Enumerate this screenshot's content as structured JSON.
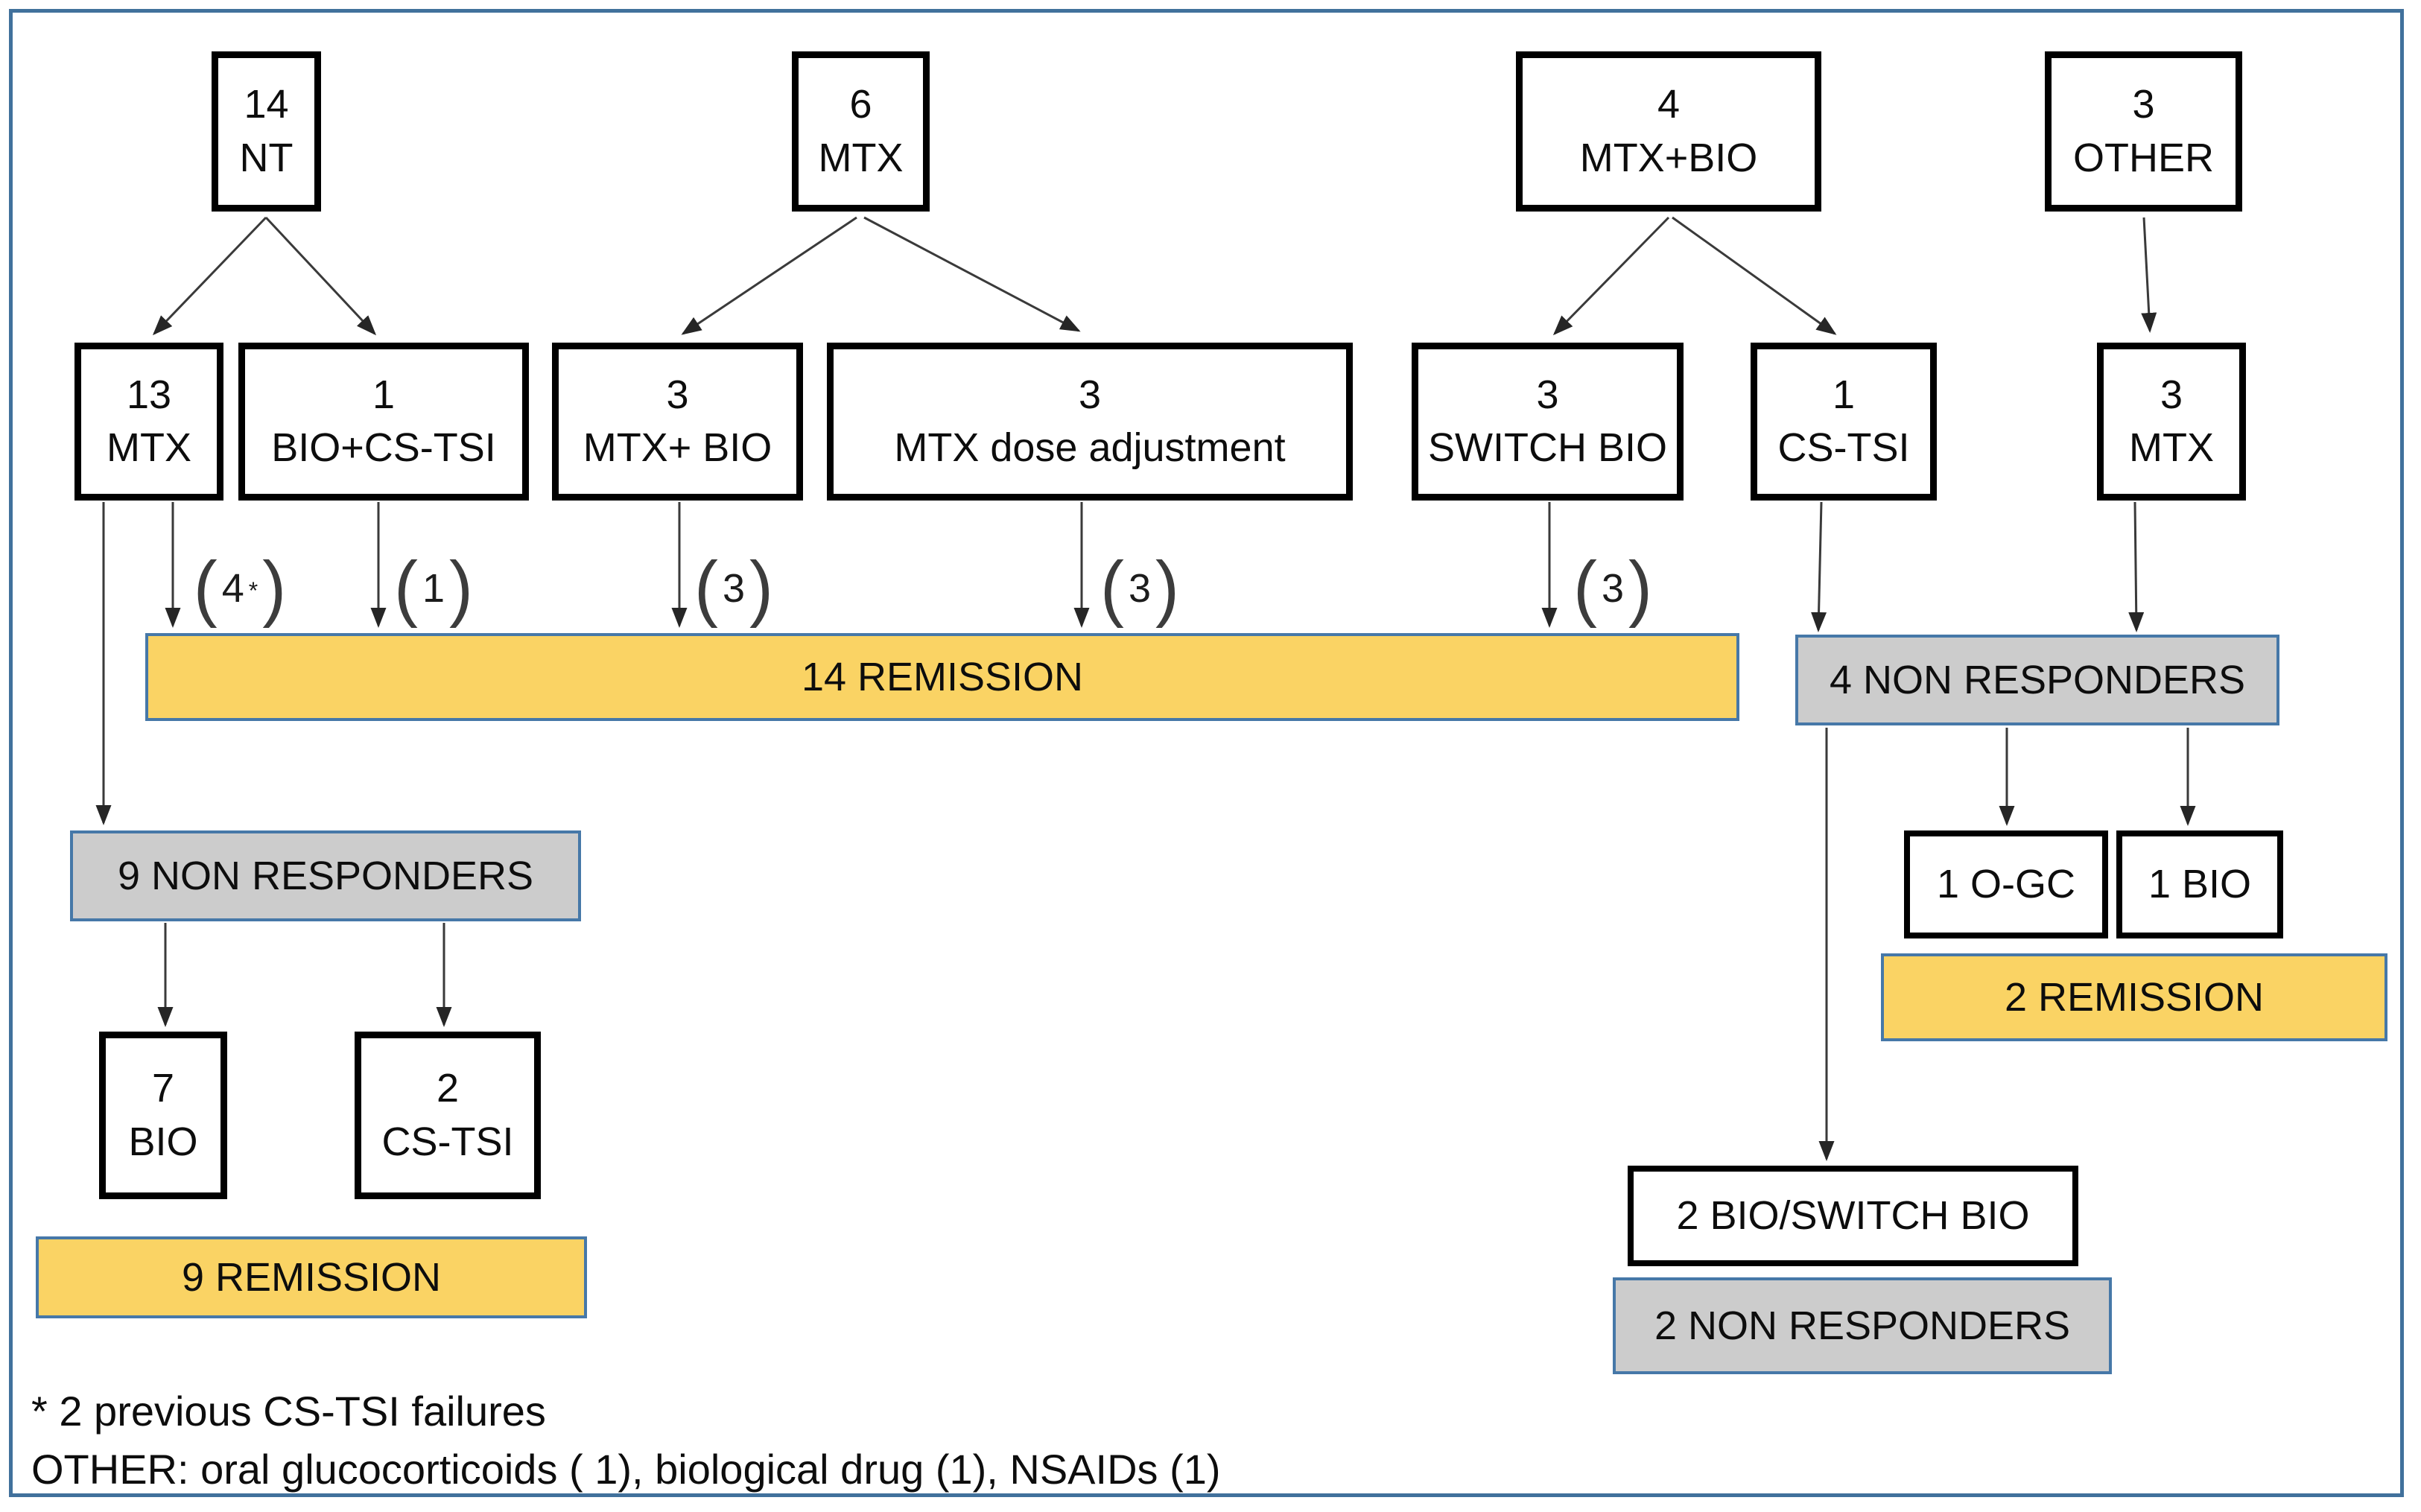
{
  "boxes": {
    "nt": {
      "count": "14",
      "label": "NT"
    },
    "mtx6": {
      "count": "6",
      "label": "MTX"
    },
    "mtxbio4": {
      "count": "4",
      "label": "MTX+BIO"
    },
    "other3": {
      "count": "3",
      "label": "OTHER"
    },
    "mtx13": {
      "count": "13",
      "label": "MTX"
    },
    "biocstsi1": {
      "count": "1",
      "label": "BIO+CS-TSI"
    },
    "mtxbio3": {
      "count": "3",
      "label": "MTX+ BIO"
    },
    "mtxdose3": {
      "count": "3",
      "label": "MTX dose adjustment"
    },
    "switchbio3": {
      "count": "3",
      "label": "SWITCH BIO"
    },
    "cstsi1": {
      "count": "1",
      "label": "CS-TSI"
    },
    "mtx3": {
      "count": "3",
      "label": "MTX"
    },
    "bio7": {
      "count": "7",
      "label": "BIO"
    },
    "cstsi2": {
      "count": "2",
      "label": "CS-TSI"
    },
    "ogc1": {
      "label": "1 O-GC"
    },
    "bio1": {
      "label": "1 BIO"
    },
    "bioswitch2": {
      "label": "2 BIO/SWITCH BIO"
    }
  },
  "bars": {
    "remission14": "14 REMISSION",
    "nonresp4": "4 NON RESPONDERS",
    "nonresp9": "9 NON RESPONDERS",
    "remission9": "9 REMISSION",
    "remission2": "2 REMISSION",
    "nonresp2": "2 NON RESPONDERS"
  },
  "brackets": [
    {
      "num": "4",
      "suffix": "*"
    },
    {
      "num": "1",
      "suffix": ""
    },
    {
      "num": "3",
      "suffix": ""
    },
    {
      "num": "3",
      "suffix": ""
    },
    {
      "num": "3",
      "suffix": ""
    }
  ],
  "footnotes": [
    "* 2 previous CS-TSI failures",
    "OTHER: oral glucocorticoids ( 1), biological drug (1), NSAIDs (1)"
  ],
  "colors": {
    "remission_yellow": "#FAD364",
    "non_responder_gray": "#CCCCCC",
    "frame_blue": "#41719C",
    "bar_border_blue": "#4678A8"
  }
}
